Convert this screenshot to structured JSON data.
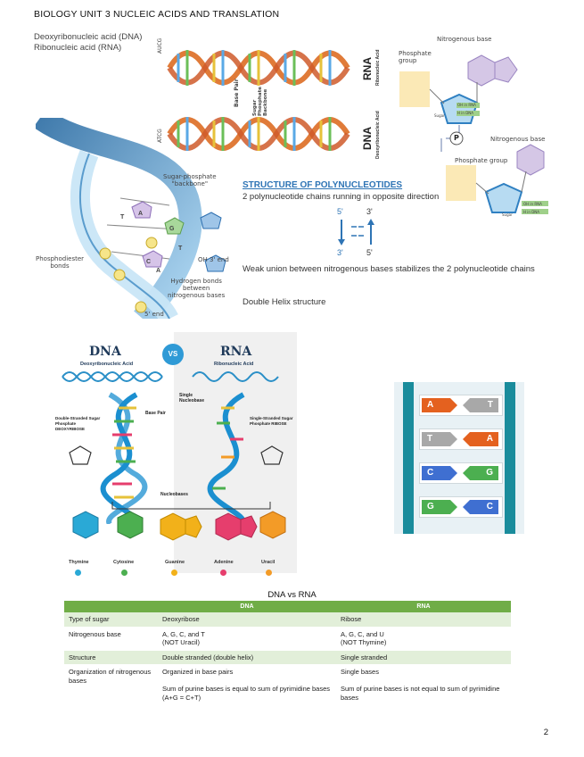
{
  "header": {
    "title": "BIOLOGY UNIT 3 NUCLEIC ACIDS AND TRANSLATION"
  },
  "top_figure": {
    "dna_label": "Deoxyribonucleic acid (DNA)",
    "rna_label": "Ribonucleic acid (RNA)",
    "strand_code_top": "AUCG",
    "strand_code_bottom": "ATCG",
    "base_pair": "Base Pair",
    "sugar_backbone": "Sugar Phosphate Backbone",
    "rna_side": "RNA",
    "rna_side_sub": "Ribonucleic Acid",
    "dna_side": "DNA",
    "dna_side_sub": "Deoxyribonucleic Acid",
    "nitrogenous_base": "Nitrogenous base",
    "phosphate_group": "Phosphate group",
    "oh_rna": "OH in RNA",
    "h_dna": "H in DNA",
    "sugar": "Sugar",
    "p_symbol": "P",
    "sugar_phosphate_backbone": "Sugar-phosphate\n\"backbone\"",
    "phosphodiester_bonds": "Phosphodiester\nbonds",
    "oh3_end": "OH 3' end",
    "hydrogen_bonds": "Hydrogen bonds\nbetween\nnitrogenous bases",
    "five_end": "5' end",
    "bases": [
      "T",
      "A",
      "G",
      "C",
      "T",
      "A"
    ]
  },
  "structure": {
    "title": "STRUCTURE OF POLYNUCLEOTIDES",
    "line1": "2 polynucleotide chains running in opposite direction",
    "five_prime": "5'",
    "three_prime": "3'",
    "line2": "Weak union between nitrogenous bases stabilizes the 2 polynucleotide chains",
    "line3": "Double Helix structure"
  },
  "dna_vs_rna_figure": {
    "dna": "DNA",
    "dna_sub": "Deoxyribonucleic Acid",
    "vs": "VS",
    "rna": "RNA",
    "rna_sub": "Ribonucleic Acid",
    "base_pair": "Base Pair",
    "single_nucleobase": "Single Nucleobase",
    "double_stranded": "Double-Stranded Sugar Phosphate DEOXYRIBOSE",
    "single_stranded": "Single-Stranded Sugar Phosphate RIBOSE",
    "nucleobases": "Nucleobases",
    "molecules": [
      {
        "name": "Thymine",
        "color": "#2aa9d6"
      },
      {
        "name": "Cytosine",
        "color": "#4caf50"
      },
      {
        "name": "Guanine",
        "color": "#f2b11a"
      },
      {
        "name": "Adenine",
        "color": "#e63e6d"
      },
      {
        "name": "Uracil",
        "color": "#f39b27"
      }
    ]
  },
  "pair_figure": {
    "rows": [
      {
        "left": "A",
        "right": "T",
        "lc": "#e4611f",
        "rc": "#a8a8a8"
      },
      {
        "left": "T",
        "right": "A",
        "lc": "#a8a8a8",
        "rc": "#e4611f"
      },
      {
        "left": "C",
        "right": "G",
        "lc": "#3f6fd1",
        "rc": "#4caf50"
      },
      {
        "left": "G",
        "right": "C",
        "lc": "#4caf50",
        "rc": "#3f6fd1"
      }
    ]
  },
  "table": {
    "title": "DNA vs RNA",
    "headers": [
      "",
      "DNA",
      "RNA"
    ],
    "rows": [
      [
        "Type of sugar",
        "Deoxyribose",
        "Ribose"
      ],
      [
        "Nitrogenous base",
        "A, G, C, and T\n(NOT Uracil)",
        "A, G, C, and U\n(NOT Thymine)"
      ],
      [
        "Structure",
        "Double stranded (double helix)",
        "Single stranded"
      ],
      [
        "Organization of nitrogenous bases",
        "Organized in base pairs\n\nSum of purine bases is equal to sum of pyrimidine bases\n(A+G = C+T)",
        "Single bases\n\nSum of purine bases is not equal to sum of pyrimidine bases"
      ]
    ]
  },
  "page_number": "2"
}
